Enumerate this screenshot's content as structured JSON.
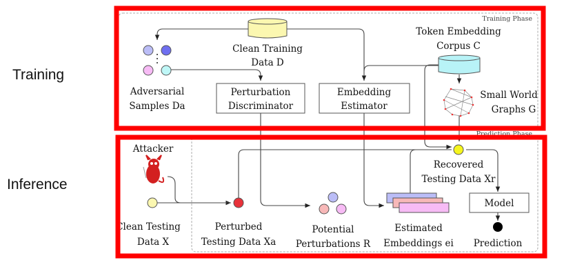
{
  "side_labels": {
    "training": "Training",
    "inference": "Inference"
  },
  "phases": {
    "training": "Training Phase",
    "prediction": "Prediction Phase"
  },
  "training": {
    "clean_data": [
      "Clean Training",
      "Data D"
    ],
    "adversarial": [
      "Adversarial",
      "Samples Da"
    ],
    "discriminator": [
      "Perturbation",
      "Discriminator"
    ],
    "estimator": [
      "Embedding",
      "Estimator"
    ],
    "corpus": [
      "Token Embedding",
      "Corpus C"
    ],
    "graphs": [
      "Small World",
      "Graphs G"
    ]
  },
  "inference": {
    "attacker": "Attacker",
    "clean_testing": [
      "Clean Testing",
      "Data X"
    ],
    "perturbed": [
      "Perturbed",
      "Testing Data Xa"
    ],
    "potential": [
      "Potential",
      "Perturbations R"
    ],
    "estimated": [
      "Estimated",
      "Embeddings ei"
    ],
    "recovered": [
      "Recovered",
      "Testing Data Xr"
    ],
    "model": "Model",
    "prediction": "Prediction"
  },
  "colors": {
    "highlight": "#ff0000",
    "db_yellow": "#fbf7b0",
    "db_cyan": "#b8f3f7"
  }
}
